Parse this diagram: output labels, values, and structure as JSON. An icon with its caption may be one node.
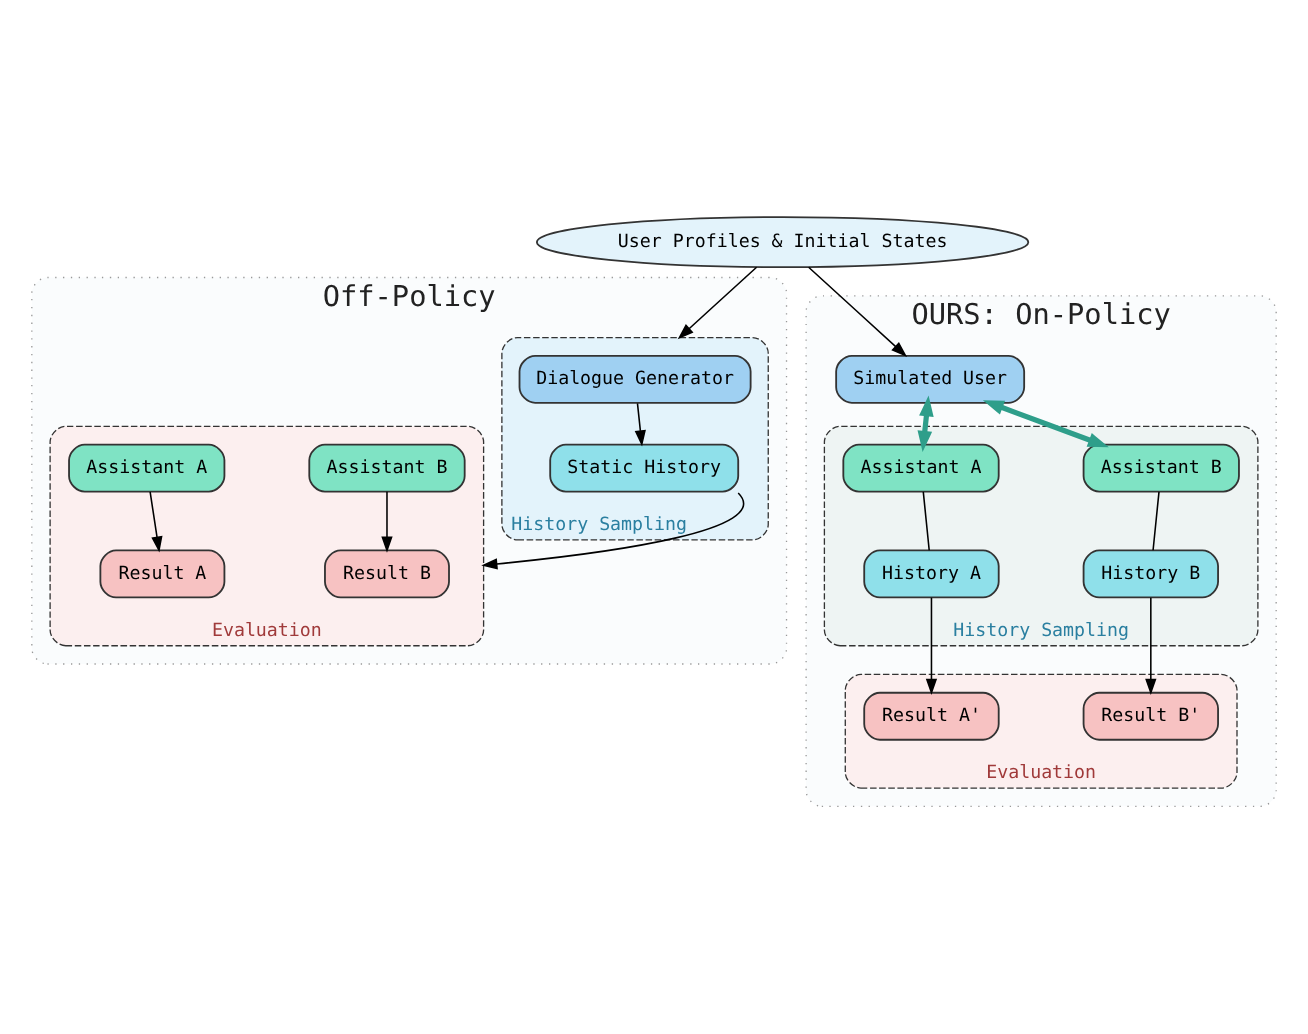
{
  "diagram": {
    "nodes": [
      {
        "text": [
          "Off-Policy"
        ]
      },
      {
        "text": [
          "History Sampling"
        ],
        "in": 0
      },
      {
        "text": [
          "Dialogue Generator"
        ],
        "in": 1
      },
      {
        "text": [
          "Static History"
        ],
        "in": 1
      },
      {
        "text": [
          "Evaluation"
        ],
        "in": 0
      },
      {
        "text": [
          "Assistant A"
        ],
        "in": 4
      },
      {
        "text": [
          "Assistant B"
        ],
        "in": 4
      },
      {
        "text": [
          "Result A"
        ],
        "in": 4
      },
      {
        "text": [
          "Result B"
        ],
        "in": 4
      },
      {
        "text": [
          "User Profiles & Initial States"
        ]
      },
      {
        "text": [
          "OURS: On-Policy"
        ]
      },
      {
        "text": [
          "Simulated User"
        ],
        "in": 10
      },
      {
        "text": [
          "History Sampling"
        ],
        "in": 10
      },
      {
        "text": [
          "Assistant A"
        ],
        "in": 12
      },
      {
        "text": [
          "Assistant B"
        ],
        "in": 12
      },
      {
        "text": [
          "History A"
        ],
        "in": 12
      },
      {
        "text": [
          "History B"
        ],
        "in": 12
      },
      {
        "text": [
          "Evaluation"
        ],
        "in": 10
      },
      {
        "text": [
          "Result A'"
        ],
        "in": 17
      },
      {
        "text": [
          "Result B'"
        ],
        "in": 17
      }
    ],
    "edges": [
      {
        "from": 9,
        "to": 1,
        "arrow": "to"
      },
      {
        "from": 9,
        "to": 11,
        "arrow": "to"
      },
      {
        "from": 2,
        "to": 3,
        "arrow": "to"
      },
      {
        "from": 3,
        "to": 4,
        "arrow": "to"
      },
      {
        "from": 5,
        "to": 7,
        "arrow": "to"
      },
      {
        "from": 6,
        "to": 8,
        "arrow": "to"
      },
      {
        "from": 11,
        "to": 13,
        "arrow": "both",
        "style": "thick",
        "color": "#2e9e8a"
      },
      {
        "from": 11,
        "to": 14,
        "arrow": "both",
        "style": "thick",
        "color": "#2e9e8a"
      },
      {
        "from": 13,
        "to": 15,
        "arrow": "none"
      },
      {
        "from": 14,
        "to": 16,
        "arrow": "none"
      },
      {
        "from": 15,
        "to": 18,
        "arrow": "to"
      },
      {
        "from": 16,
        "to": 19,
        "arrow": "to"
      }
    ]
  }
}
